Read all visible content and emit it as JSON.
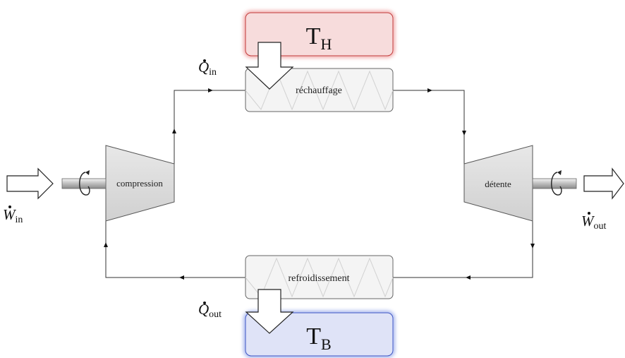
{
  "diagram": {
    "hot_reservoir": {
      "symbol": "T",
      "subscript": "H",
      "color": "#e06060",
      "fill": "#f7dcdc"
    },
    "cold_reservoir": {
      "symbol": "T",
      "subscript": "B",
      "color": "#6a7fd6",
      "fill": "#dfe3f7"
    },
    "heater": {
      "label": "réchauffage"
    },
    "cooler": {
      "label": "refroidissement"
    },
    "compressor": {
      "label": "compression"
    },
    "turbine": {
      "label": "détente"
    },
    "heat_in": {
      "symbol": "Q",
      "subscript": "in"
    },
    "heat_out": {
      "symbol": "Q",
      "subscript": "out"
    },
    "work_in": {
      "symbol": "W",
      "subscript": "in"
    },
    "work_out": {
      "symbol": "W",
      "subscript": "out"
    }
  }
}
